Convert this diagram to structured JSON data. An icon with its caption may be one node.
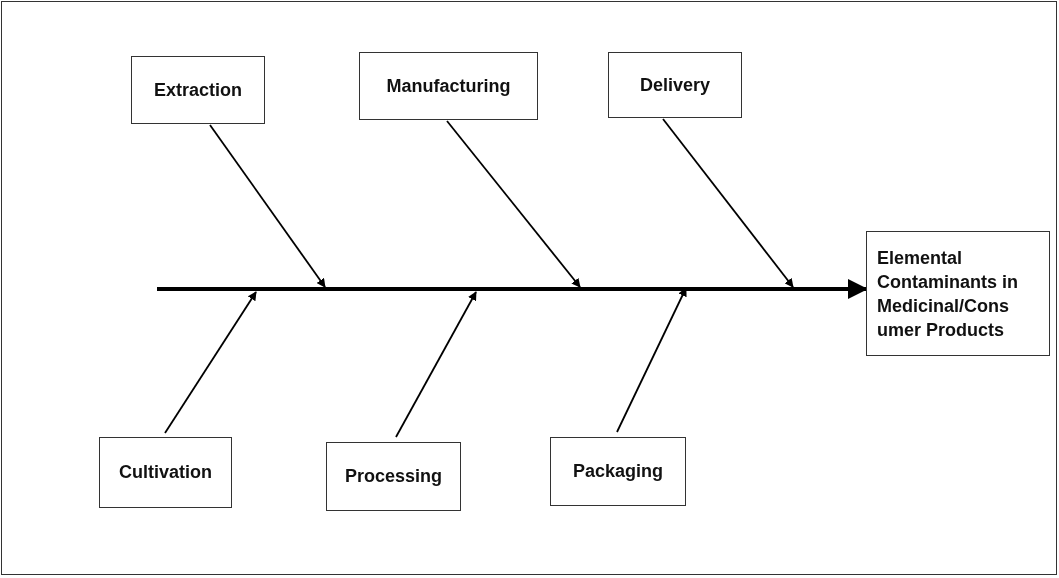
{
  "diagram": {
    "nodes": [
      {
        "text": [
          "Extraction"
        ]
      },
      {
        "text": [
          "Manufacturing"
        ]
      },
      {
        "text": [
          "Delivery"
        ]
      },
      {
        "text": [
          "Cultivation"
        ]
      },
      {
        "text": [
          "Processing"
        ]
      },
      {
        "text": [
          "Packaging"
        ]
      },
      {
        "text": [
          "Elemental Contaminants in Medicinal/Cons umer Products"
        ]
      }
    ],
    "edges": [
      {
        "from": null,
        "to": 6,
        "arrow": "to",
        "style": "thick"
      },
      {
        "from": 0,
        "to": null,
        "arrow": "to"
      },
      {
        "from": 1,
        "to": null,
        "arrow": "to"
      },
      {
        "from": 2,
        "to": null,
        "arrow": "to"
      },
      {
        "from": 3,
        "to": null,
        "arrow": "to"
      },
      {
        "from": 4,
        "to": null,
        "arrow": "to"
      },
      {
        "from": 5,
        "to": null,
        "arrow": "to"
      }
    ]
  }
}
